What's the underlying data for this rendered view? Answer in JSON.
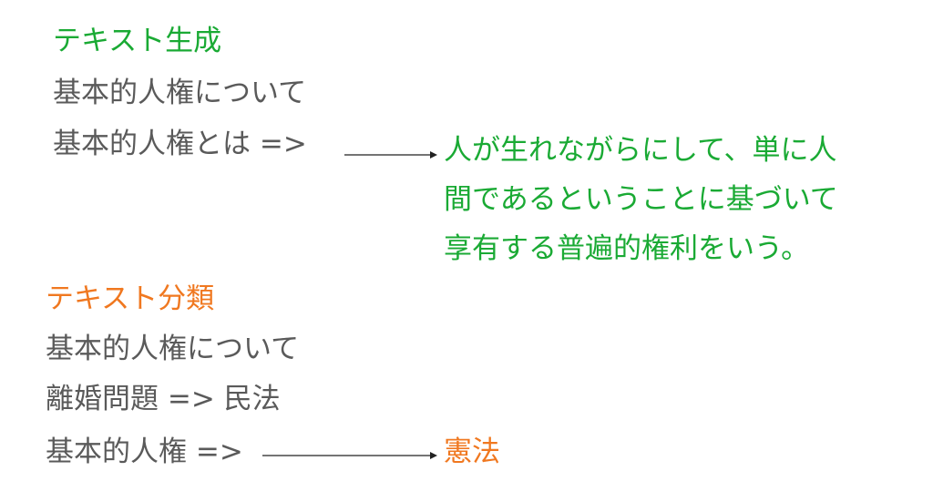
{
  "generation": {
    "heading": "テキスト生成",
    "line1": "基本的人権について",
    "line2": "基本的人権とは =>",
    "output_line1": "人が生れながらにして、単に人",
    "output_line2": "間であるということに基づいて",
    "output_line3": "享有する普遍的権利をいう。"
  },
  "classification": {
    "heading": "テキスト分類",
    "line1": "基本的人権について",
    "line2": "離婚問題 => 民法",
    "line3": "基本的人権 =>",
    "output": "憲法"
  },
  "colors": {
    "generation_accent": "#1aaa34",
    "classification_accent": "#f07820",
    "body_text": "#5a5a5a",
    "arrow": "#222222"
  }
}
